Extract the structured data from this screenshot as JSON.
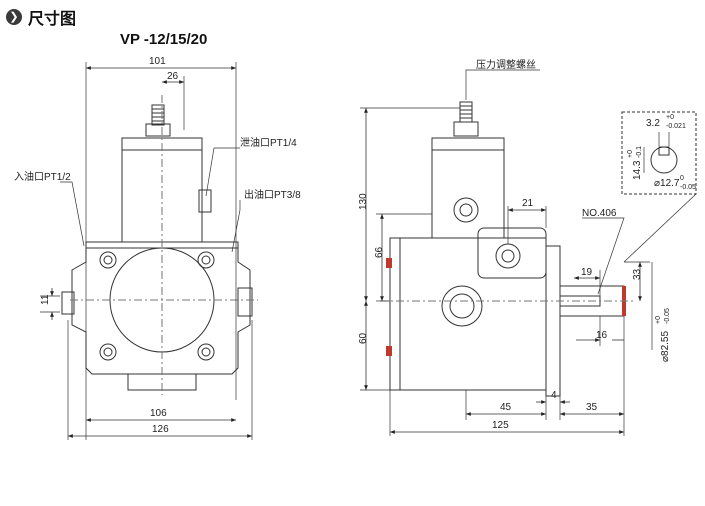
{
  "header": {
    "icon": "chevron-right-icon",
    "title": "尺寸图"
  },
  "model": "VP -12/15/20",
  "front_view": {
    "dims": {
      "d101": "101",
      "d26": "26",
      "d11": "11",
      "d106": "106",
      "d126": "126"
    },
    "labels": {
      "inlet": "入油口PT1/2",
      "drain": "泄油口PT1/4",
      "outlet": "出油口PT3/8"
    }
  },
  "side_view": {
    "dims": {
      "d130": "130",
      "d66": "66",
      "d60": "60",
      "d21": "21",
      "d19": "19",
      "d33": "33",
      "d16": "16",
      "d45": "45",
      "d4": "4",
      "d35": "35",
      "d125": "125",
      "shaft_dia": "⌀82.55",
      "shaft_tol_top": "+0",
      "shaft_tol_bot": "-0.05"
    },
    "labels": {
      "pressure_adjust": "压力调整螺丝",
      "key": "NO.406"
    }
  },
  "detail": {
    "key_width": "3.2",
    "key_width_tol_top": "+0",
    "key_width_tol_bot": "-0.021",
    "height": "14.3",
    "height_tol_top": "+0",
    "height_tol_bot": "-0.1",
    "dia": "⌀12.7",
    "dia_tol_top": "0",
    "dia_tol_bot": "-0.05"
  }
}
